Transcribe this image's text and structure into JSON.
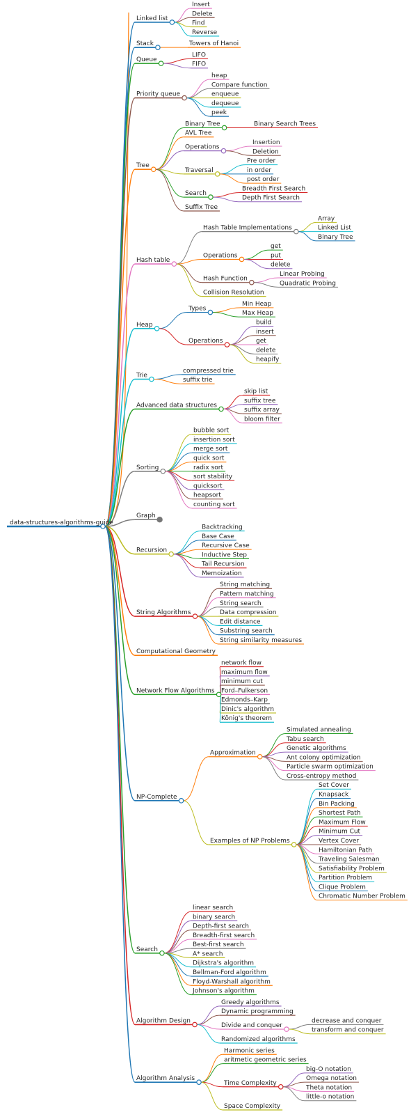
{
  "root": "data-structures-algorithms-guide",
  "colors": [
    "#e377c2",
    "#1f77b4",
    "#2ca02c",
    "#ff7f0e",
    "#d62728",
    "#9467bd",
    "#8c564b",
    "#bcbd22",
    "#17becf",
    "#7f7f7f"
  ],
  "nodes": [
    {
      "label": "Linked list",
      "color": "#1f77b4",
      "children": [
        {
          "label": "Insert",
          "color": "#e377c2"
        },
        {
          "label": "Delete",
          "color": "#8c564b"
        },
        {
          "label": "Find",
          "color": "#bcbd22"
        },
        {
          "label": "Reverse",
          "color": "#17becf"
        }
      ]
    },
    {
      "label": "Stack",
      "color": "#1f77b4",
      "children": [
        {
          "label": "Towers of Hanoi",
          "color": "#ff7f0e"
        }
      ]
    },
    {
      "label": "Queue",
      "color": "#2ca02c",
      "children": [
        {
          "label": "LIFO",
          "color": "#d62728"
        },
        {
          "label": "FIFO",
          "color": "#9467bd"
        }
      ]
    },
    {
      "label": "Priority queue",
      "color": "#8c564b",
      "children": [
        {
          "label": "heap",
          "color": "#e377c2"
        },
        {
          "label": "Compare function",
          "color": "#7f7f7f"
        },
        {
          "label": "enqueue",
          "color": "#bcbd22"
        },
        {
          "label": "dequeue",
          "color": "#17becf"
        },
        {
          "label": "peek",
          "color": "#1f77b4"
        }
      ]
    },
    {
      "label": "Tree",
      "color": "#ff7f0e",
      "children": [
        {
          "label": "Binary Tree",
          "color": "#2ca02c",
          "children": [
            {
              "label": "Binary Search Trees",
              "color": "#d62728"
            }
          ]
        },
        {
          "label": "AVL Tree",
          "color": "#ff7f0e"
        },
        {
          "label": "Operations",
          "color": "#9467bd",
          "children": [
            {
              "label": "Insertion",
              "color": "#e377c2"
            },
            {
              "label": "Deletion",
              "color": "#8c564b"
            }
          ]
        },
        {
          "label": "Traversal",
          "color": "#bcbd22",
          "children": [
            {
              "label": "Pre order",
              "color": "#17becf"
            },
            {
              "label": "in order",
              "color": "#1f77b4"
            },
            {
              "label": "post order",
              "color": "#ff7f0e"
            }
          ]
        },
        {
          "label": "Search",
          "color": "#2ca02c",
          "children": [
            {
              "label": "Breadth First Search",
              "color": "#d62728"
            },
            {
              "label": "Depth First Search",
              "color": "#9467bd"
            }
          ]
        },
        {
          "label": "Suffix Tree",
          "color": "#8c564b"
        }
      ]
    },
    {
      "label": "Hash table",
      "color": "#e377c2",
      "children": [
        {
          "label": "Hash Table Implementations",
          "color": "#7f7f7f",
          "children": [
            {
              "label": "Array",
              "color": "#bcbd22"
            },
            {
              "label": "Linked List",
              "color": "#17becf"
            },
            {
              "label": "Binary Tree",
              "color": "#1f77b4"
            }
          ]
        },
        {
          "label": "Operations",
          "color": "#ff7f0e",
          "children": [
            {
              "label": "get",
              "color": "#2ca02c"
            },
            {
              "label": "put",
              "color": "#d62728"
            },
            {
              "label": "delete",
              "color": "#9467bd"
            }
          ]
        },
        {
          "label": "Hash Function",
          "color": "#8c564b",
          "children": [
            {
              "label": "Linear Probing",
              "color": "#e377c2"
            },
            {
              "label": "Quadratic Probing",
              "color": "#7f7f7f"
            }
          ]
        },
        {
          "label": "Collision Resolution",
          "color": "#bcbd22"
        }
      ]
    },
    {
      "label": "Heap",
      "color": "#17becf",
      "children": [
        {
          "label": "Types",
          "color": "#1f77b4",
          "children": [
            {
              "label": "Min Heap",
              "color": "#ff7f0e"
            },
            {
              "label": "Max Heap",
              "color": "#2ca02c"
            }
          ]
        },
        {
          "label": "Operations",
          "color": "#d62728",
          "children": [
            {
              "label": "build",
              "color": "#9467bd"
            },
            {
              "label": "insert",
              "color": "#8c564b"
            },
            {
              "label": "get",
              "color": "#e377c2"
            },
            {
              "label": "delete",
              "color": "#7f7f7f"
            },
            {
              "label": "heapify",
              "color": "#bcbd22"
            }
          ]
        }
      ]
    },
    {
      "label": "Trie",
      "color": "#17becf",
      "children": [
        {
          "label": "compressed trie",
          "color": "#1f77b4"
        },
        {
          "label": "suffix trie",
          "color": "#ff7f0e"
        }
      ]
    },
    {
      "label": "Advanced data structures",
      "color": "#2ca02c",
      "children": [
        {
          "label": "skip list",
          "color": "#d62728"
        },
        {
          "label": "suffix tree",
          "color": "#9467bd"
        },
        {
          "label": "suffix array",
          "color": "#8c564b"
        },
        {
          "label": "bloom filter",
          "color": "#e377c2"
        }
      ]
    },
    {
      "label": "Sorting",
      "color": "#7f7f7f",
      "children": [
        {
          "label": "bubble sort",
          "color": "#bcbd22"
        },
        {
          "label": "insertion sort",
          "color": "#17becf"
        },
        {
          "label": "merge sort",
          "color": "#1f77b4"
        },
        {
          "label": "quick sort",
          "color": "#ff7f0e"
        },
        {
          "label": "radix sort",
          "color": "#2ca02c"
        },
        {
          "label": "sort stability",
          "color": "#d62728"
        },
        {
          "label": "quicksort",
          "color": "#9467bd"
        },
        {
          "label": "heapsort",
          "color": "#8c564b"
        },
        {
          "label": "counting sort",
          "color": "#e377c2"
        }
      ]
    },
    {
      "label": "Graph",
      "color": "#7f7f7f",
      "collapsed": true
    },
    {
      "label": "Recursion",
      "color": "#bcbd22",
      "children": [
        {
          "label": "Backtracking",
          "color": "#17becf"
        },
        {
          "label": "Base Case",
          "color": "#1f77b4"
        },
        {
          "label": "Recursive Case",
          "color": "#ff7f0e"
        },
        {
          "label": "Inductive Step",
          "color": "#2ca02c"
        },
        {
          "label": "Tail Recursion",
          "color": "#d62728"
        },
        {
          "label": "Memoization",
          "color": "#9467bd"
        }
      ]
    },
    {
      "label": "String Algorithms",
      "color": "#d62728",
      "children": [
        {
          "label": "String matching",
          "color": "#8c564b"
        },
        {
          "label": "Pattern matching",
          "color": "#e377c2"
        },
        {
          "label": "String search",
          "color": "#7f7f7f"
        },
        {
          "label": "Data compression",
          "color": "#bcbd22"
        },
        {
          "label": "Edit distance",
          "color": "#17becf"
        },
        {
          "label": "Substring search",
          "color": "#1f77b4"
        },
        {
          "label": "String similarity measures",
          "color": "#ff7f0e"
        }
      ]
    },
    {
      "label": "Computational Geometry",
      "color": "#ff7f0e"
    },
    {
      "label": "Network Flow Algorithms",
      "color": "#2ca02c",
      "children": [
        {
          "label": "network flow",
          "color": "#d62728"
        },
        {
          "label": "maximum flow",
          "color": "#9467bd"
        },
        {
          "label": "minimum cut",
          "color": "#8c564b"
        },
        {
          "label": "Ford–Fulkerson",
          "color": "#e377c2"
        },
        {
          "label": "Edmonds–Karp",
          "color": "#7f7f7f"
        },
        {
          "label": "Dinic's algorithm",
          "color": "#bcbd22"
        },
        {
          "label": "König's theorem",
          "color": "#17becf"
        }
      ]
    },
    {
      "label": "NP-Complete",
      "color": "#1f77b4",
      "children": [
        {
          "label": "Approximation",
          "color": "#ff7f0e",
          "children": [
            {
              "label": "Simulated annealing",
              "color": "#2ca02c"
            },
            {
              "label": "Tabu search",
              "color": "#d62728"
            },
            {
              "label": "Genetic algorithms",
              "color": "#9467bd"
            },
            {
              "label": "Ant colony optimization",
              "color": "#8c564b"
            },
            {
              "label": "Particle swarm optimization",
              "color": "#e377c2"
            },
            {
              "label": "Cross-entropy method",
              "color": "#7f7f7f"
            }
          ]
        },
        {
          "label": "Examples of NP Problems",
          "color": "#bcbd22",
          "children": [
            {
              "label": "Set Cover",
              "color": "#17becf"
            },
            {
              "label": "Knapsack",
              "color": "#1f77b4"
            },
            {
              "label": "Bin Packing",
              "color": "#ff7f0e"
            },
            {
              "label": "Shortest Path",
              "color": "#2ca02c"
            },
            {
              "label": "Maximum Flow",
              "color": "#d62728"
            },
            {
              "label": "Minimum Cut",
              "color": "#9467bd"
            },
            {
              "label": "Vertex Cover",
              "color": "#8c564b"
            },
            {
              "label": "Hamiltonian Path",
              "color": "#e377c2"
            },
            {
              "label": "Traveling Salesman",
              "color": "#7f7f7f"
            },
            {
              "label": "Satisfiability Problem",
              "color": "#bcbd22"
            },
            {
              "label": "Partition Problem",
              "color": "#17becf"
            },
            {
              "label": "Clique Problem",
              "color": "#1f77b4"
            },
            {
              "label": "Chromatic Number Problem",
              "color": "#ff7f0e"
            }
          ]
        }
      ]
    },
    {
      "label": "Search",
      "color": "#2ca02c",
      "children": [
        {
          "label": "linear search",
          "color": "#d62728"
        },
        {
          "label": "binary search",
          "color": "#9467bd"
        },
        {
          "label": "Depth-first search",
          "color": "#8c564b"
        },
        {
          "label": "Breadth-first search",
          "color": "#e377c2"
        },
        {
          "label": "Best-first search",
          "color": "#7f7f7f"
        },
        {
          "label": "A* search",
          "color": "#bcbd22"
        },
        {
          "label": "Dijkstra's algorithm",
          "color": "#17becf"
        },
        {
          "label": "Bellman-Ford algorithm",
          "color": "#1f77b4"
        },
        {
          "label": "Floyd-Warshall algorithm",
          "color": "#ff7f0e"
        },
        {
          "label": "Johnson's algorithm",
          "color": "#2ca02c"
        }
      ]
    },
    {
      "label": "Algorithm Design",
      "color": "#d62728",
      "children": [
        {
          "label": "Greedy algorithms",
          "color": "#9467bd"
        },
        {
          "label": "Dynamic programming",
          "color": "#8c564b"
        },
        {
          "label": "Divide and conquer",
          "color": "#e377c2",
          "children": [
            {
              "label": "decrease and conquer",
              "color": "#7f7f7f"
            },
            {
              "label": "transform and conquer",
              "color": "#bcbd22"
            }
          ]
        },
        {
          "label": "Randomized algorithms",
          "color": "#17becf"
        }
      ]
    },
    {
      "label": "Algorithm Analysis",
      "color": "#1f77b4",
      "children": [
        {
          "label": "Harmonic series",
          "color": "#ff7f0e"
        },
        {
          "label": "aritmetic geometric series",
          "color": "#2ca02c"
        },
        {
          "label": "Time Complexity",
          "color": "#d62728",
          "children": [
            {
              "label": "big-O notation",
              "color": "#9467bd"
            },
            {
              "label": "Omega notation",
              "color": "#8c564b"
            },
            {
              "label": "Theta notation",
              "color": "#e377c2"
            },
            {
              "label": "little-o notation",
              "color": "#7f7f7f"
            }
          ]
        },
        {
          "label": "Space Complexity",
          "color": "#bcbd22"
        }
      ]
    }
  ]
}
